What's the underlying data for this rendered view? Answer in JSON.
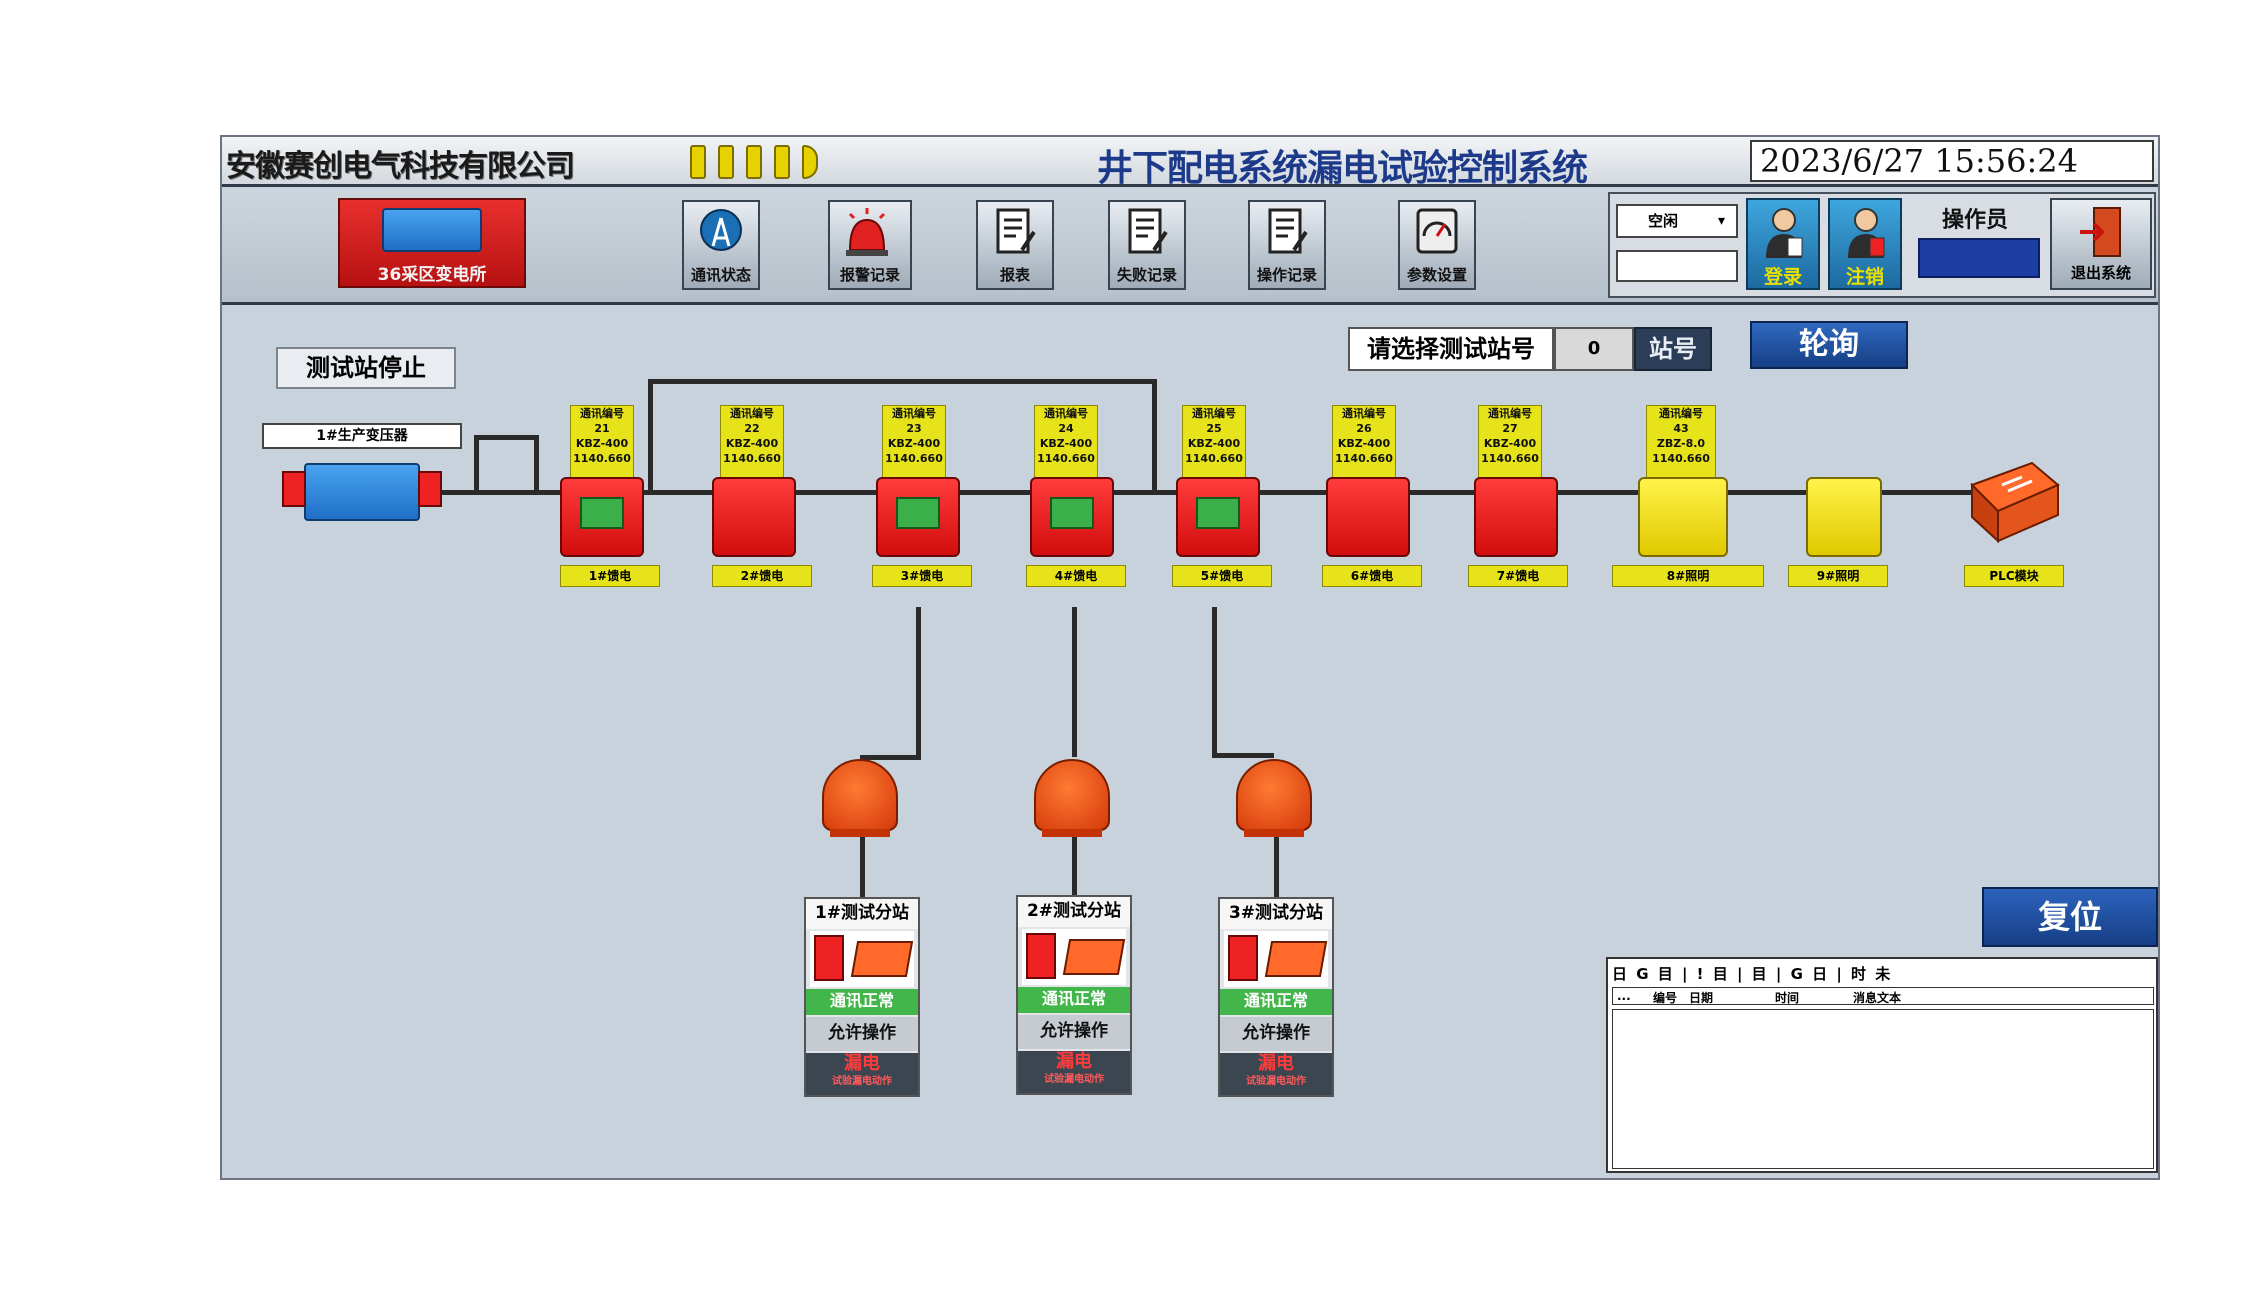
{
  "header": {
    "company": "安徽赛创电气科技有限公司",
    "system_title": "井下配电系统漏电试验控制系统",
    "datetime": "2023/6/27 15:56:24"
  },
  "toolbar": {
    "substation": "36采区变电所",
    "buttons": [
      "通讯状态",
      "报警记录",
      "报表",
      "失败记录",
      "操作记录",
      "参数设置"
    ],
    "mode_value": "空闲",
    "login": "登录",
    "logout": "注销",
    "operator_label": "操作员",
    "exit": "退出系统"
  },
  "main": {
    "stop_label": "测试站停止",
    "select_prompt": "请选择测试站号",
    "station_value": "0",
    "station_unit": "站号",
    "poll_button": "轮询",
    "reset_button": "复位",
    "transformer_label": "1#生产变压器"
  },
  "feeders": [
    {
      "comm": "通讯编号",
      "no": "21",
      "model": "KBZ-400",
      "volt": "1140.660",
      "label": "1#馈电"
    },
    {
      "comm": "通讯编号",
      "no": "22",
      "model": "KBZ-400",
      "volt": "1140.660",
      "label": "2#馈电"
    },
    {
      "comm": "通讯编号",
      "no": "23",
      "model": "KBZ-400",
      "volt": "1140.660",
      "label": "3#馈电"
    },
    {
      "comm": "通讯编号",
      "no": "24",
      "model": "KBZ-400",
      "volt": "1140.660",
      "label": "4#馈电"
    },
    {
      "comm": "通讯编号",
      "no": "25",
      "model": "KBZ-400",
      "volt": "1140.660",
      "label": "5#馈电"
    },
    {
      "comm": "通讯编号",
      "no": "26",
      "model": "KBZ-400",
      "volt": "1140.660",
      "label": "6#馈电"
    },
    {
      "comm": "通讯编号",
      "no": "27",
      "model": "KBZ-400",
      "volt": "1140.660",
      "label": "7#馈电"
    },
    {
      "comm": "通讯编号",
      "no": "43",
      "model": "ZBZ-8.0",
      "volt": "1140.660",
      "label": "8#照明"
    },
    {
      "label": "9#照明"
    },
    {
      "label": "PLC模块"
    }
  ],
  "substations": [
    {
      "title": "1#测试分站",
      "status": "通讯正常",
      "allow": "允许操作",
      "leak": "漏电",
      "leak_sub": "试验漏电动作"
    },
    {
      "title": "2#测试分站",
      "status": "通讯正常",
      "allow": "允许操作",
      "leak": "漏电",
      "leak_sub": "试验漏电动作"
    },
    {
      "title": "3#测试分站",
      "status": "通讯正常",
      "allow": "允许操作",
      "leak": "漏电",
      "leak_sub": "试验漏电动作"
    }
  ],
  "alarm_log": {
    "toolbar": "日 G 目 | ! 目 | 目 | G 日 | 时 未",
    "columns": [
      "...",
      "编号",
      "日期",
      "时间",
      "消息文本"
    ]
  },
  "colors": {
    "accent": "#1d3a8a",
    "feeder_red": "#e21d1d",
    "label_yellow": "#e6e31a",
    "button_blue": "#1f4ea0"
  }
}
